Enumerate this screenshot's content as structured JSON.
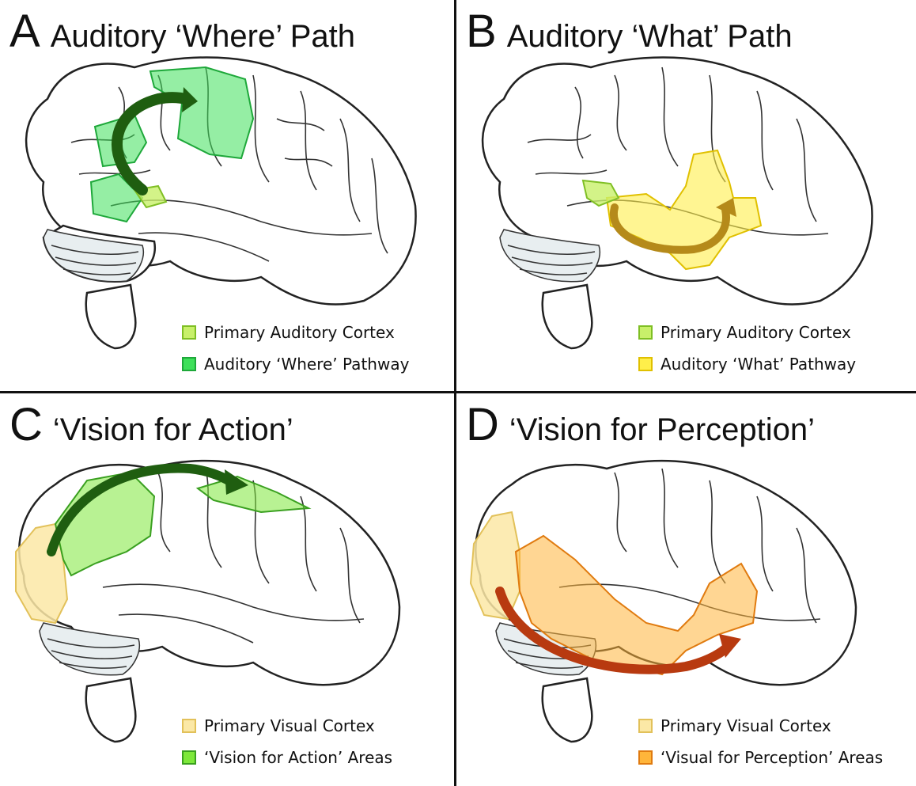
{
  "panels": [
    {
      "letter": "A",
      "title": "Auditory ‘Where’ Path",
      "legend": [
        {
          "label": "Primary Auditory Cortex",
          "fill": "#c8f06a",
          "border": "#7fbf24"
        },
        {
          "label": "Auditory ‘Where’ Pathway",
          "fill": "#3ee05a",
          "border": "#1ea83a"
        }
      ],
      "arrow_color": "#1f5e10"
    },
    {
      "letter": "B",
      "title": "Auditory ‘What’ Path",
      "legend": [
        {
          "label": "Primary Auditory Cortex",
          "fill": "#c8f06a",
          "border": "#7fbf24"
        },
        {
          "label": "Auditory ‘What’ Pathway",
          "fill": "#ffef4a",
          "border": "#e0c000"
        }
      ],
      "arrow_color": "#b58a1a"
    },
    {
      "letter": "C",
      "title": "‘Vision for Action’",
      "legend": [
        {
          "label": "Primary Visual Cortex",
          "fill": "#fbe8a6",
          "border": "#e2c15a"
        },
        {
          "label": "‘Vision for Action’ Areas",
          "fill": "#7de83a",
          "border": "#3aa020"
        }
      ],
      "arrow_color": "#1f5e10"
    },
    {
      "letter": "D",
      "title": "‘Vision for Perception’",
      "legend": [
        {
          "label": "Primary Visual Cortex",
          "fill": "#fbe8a6",
          "border": "#e2c15a"
        },
        {
          "label": "‘Visual for Perception’ Areas",
          "fill": "#ffb53a",
          "border": "#e07b10"
        }
      ],
      "arrow_color": "#b83a10"
    }
  ]
}
